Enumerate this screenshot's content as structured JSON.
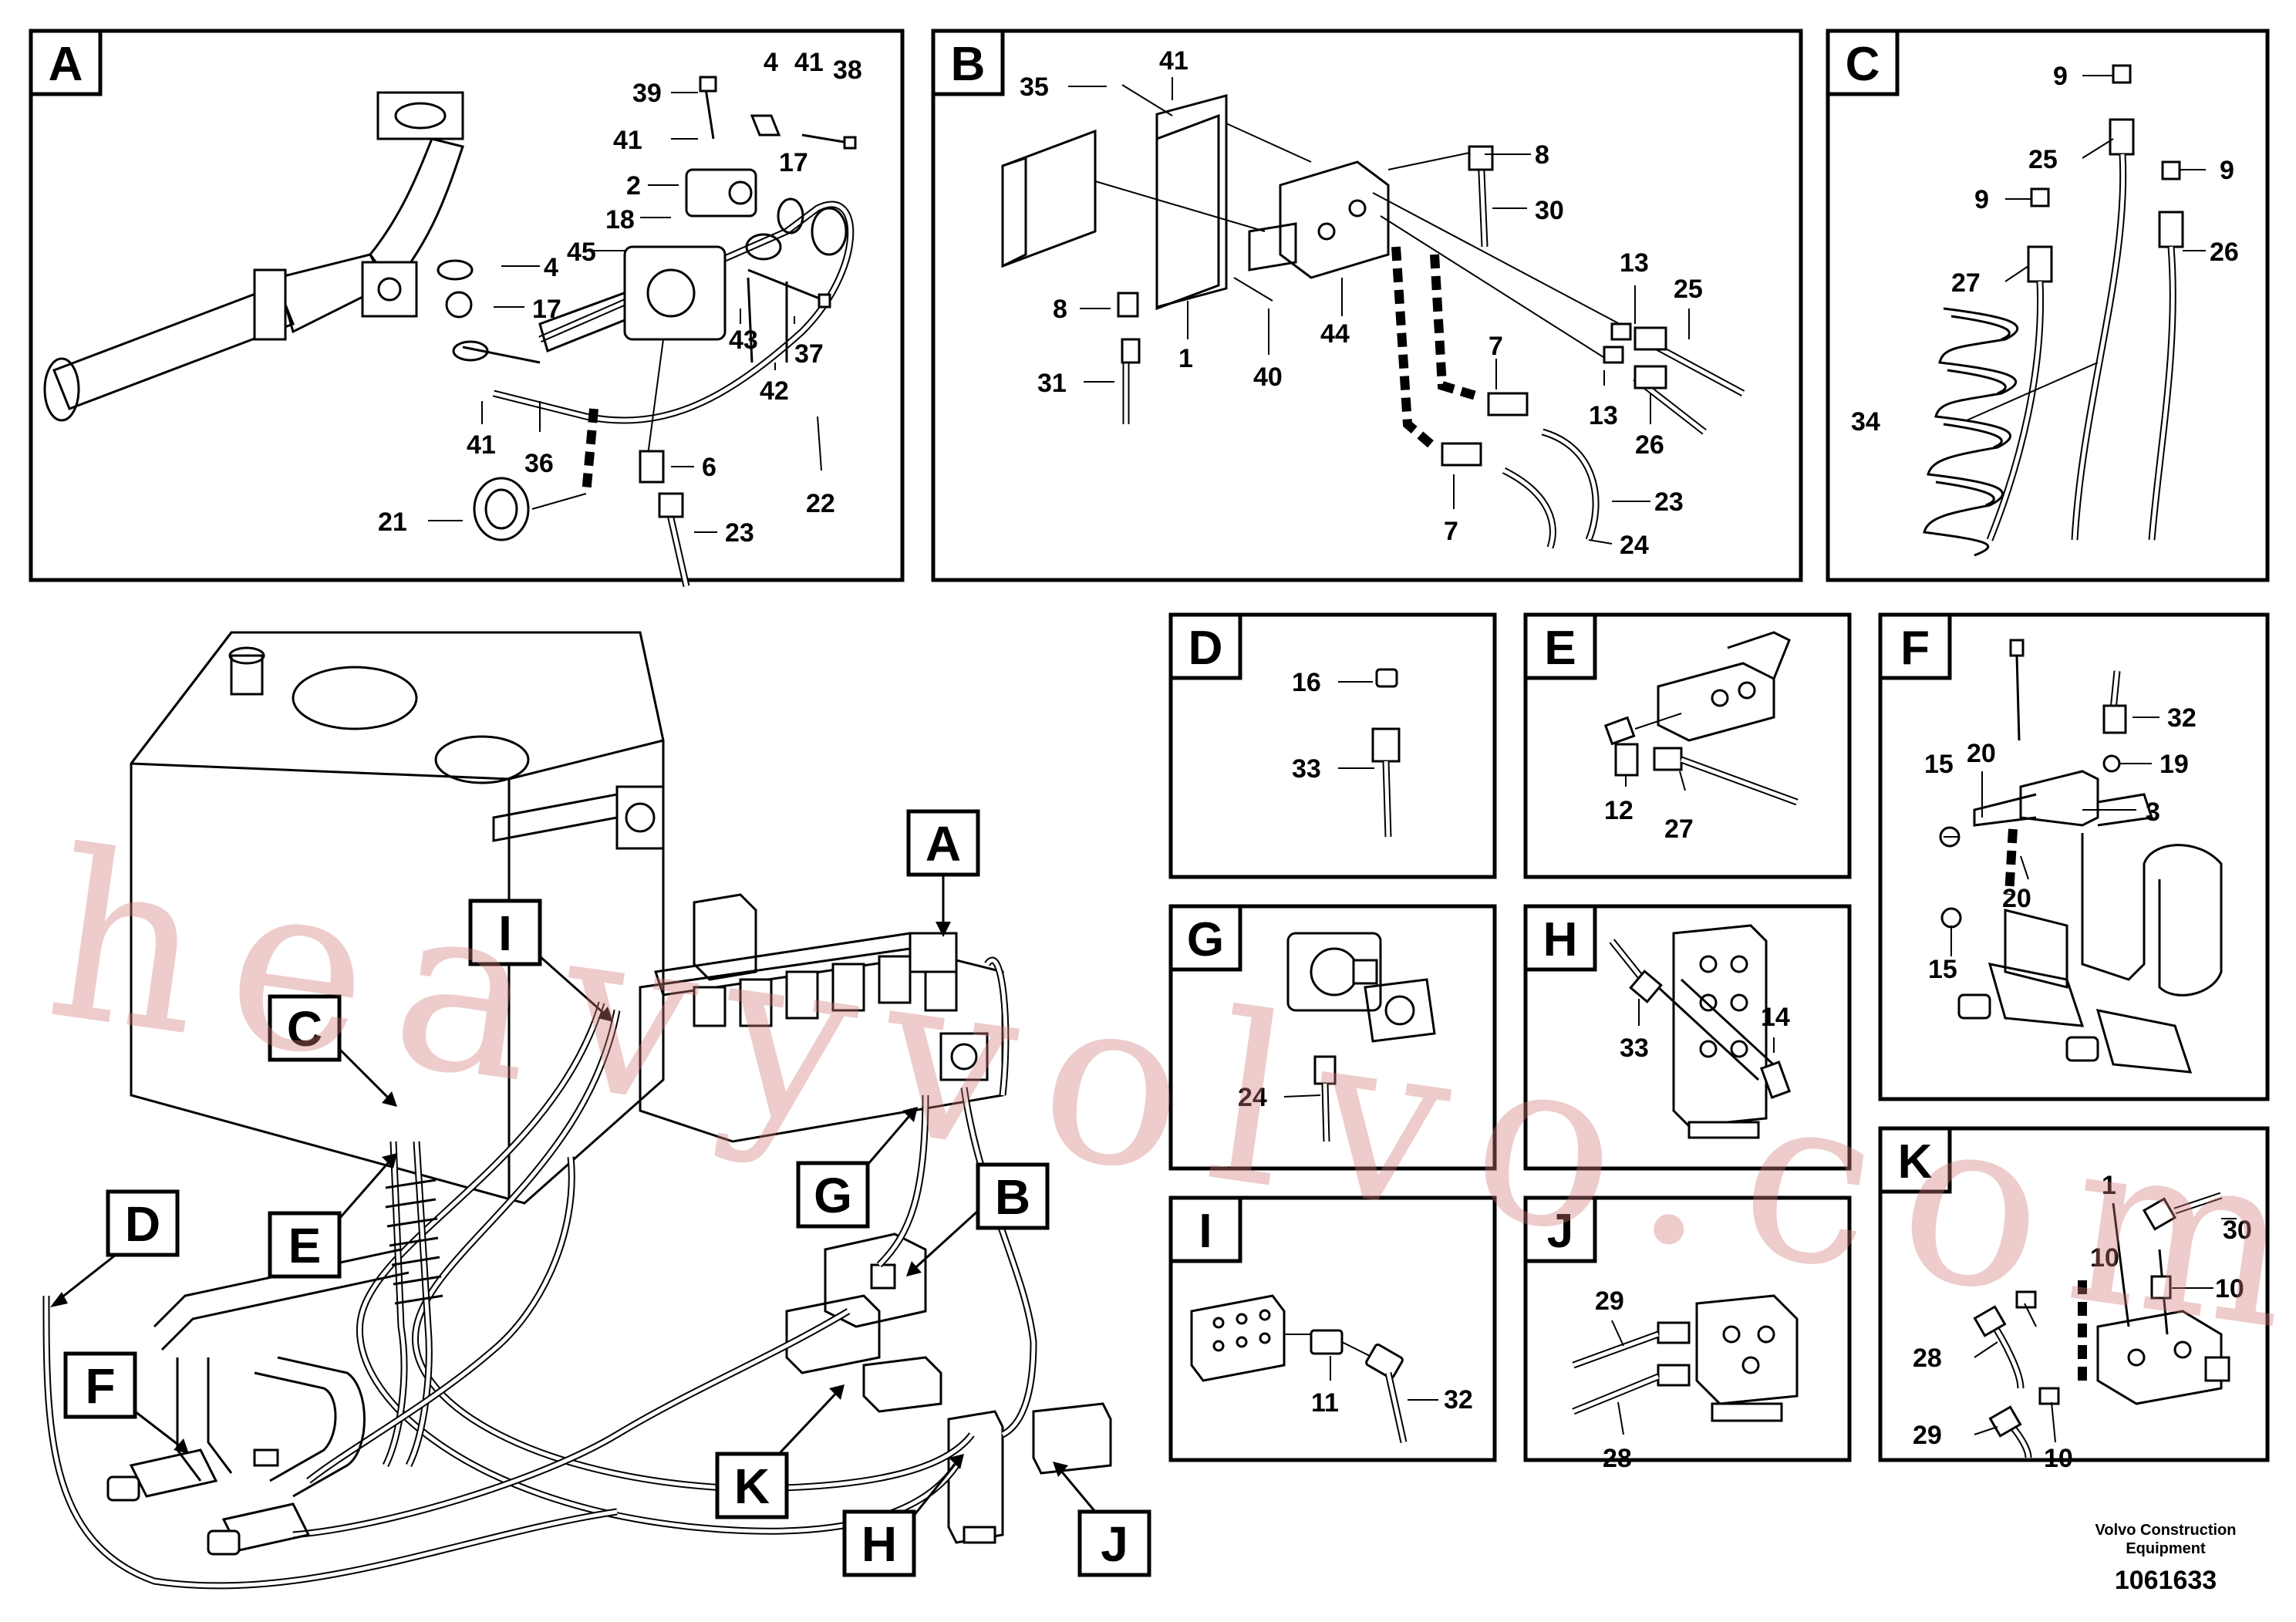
{
  "panels": [
    {
      "id": "A",
      "label": "A"
    },
    {
      "id": "B",
      "label": "B"
    },
    {
      "id": "C",
      "label": "C"
    },
    {
      "id": "D",
      "label": "D"
    },
    {
      "id": "E",
      "label": "E"
    },
    {
      "id": "F",
      "label": "F"
    },
    {
      "id": "G",
      "label": "G"
    },
    {
      "id": "H",
      "label": "H"
    },
    {
      "id": "I",
      "label": "I"
    },
    {
      "id": "J",
      "label": "J"
    },
    {
      "id": "K",
      "label": "K"
    }
  ],
  "callouts": {
    "A": [
      "39",
      "4",
      "41",
      "38",
      "41",
      "2",
      "17",
      "18",
      "45",
      "4",
      "17",
      "43",
      "37",
      "42",
      "41",
      "36",
      "6",
      "22",
      "21",
      "23"
    ],
    "B": [
      "35",
      "41",
      "8",
      "30",
      "8",
      "1",
      "40",
      "44",
      "13",
      "25",
      "31",
      "7",
      "13",
      "26",
      "7",
      "23",
      "24"
    ],
    "C": [
      "9",
      "25",
      "9",
      "9",
      "26",
      "27",
      "34"
    ],
    "D": [
      "16",
      "33"
    ],
    "E": [
      "12",
      "27"
    ],
    "F": [
      "32",
      "15",
      "20",
      "19",
      "3",
      "20",
      "15"
    ],
    "G": [
      "24"
    ],
    "H": [
      "33",
      "14"
    ],
    "I": [
      "11",
      "32"
    ],
    "J": [
      "29",
      "28"
    ],
    "K": [
      "1",
      "30",
      "10",
      "10",
      "28",
      "29",
      "10"
    ]
  },
  "overview_tags": [
    "A",
    "I",
    "C",
    "E",
    "D",
    "F",
    "G",
    "B",
    "K",
    "H",
    "J"
  ],
  "watermark": "heavyvolvo.com",
  "footer": {
    "line1": "Volvo Construction",
    "line2": "Equipment",
    "docnum": "1061633"
  }
}
